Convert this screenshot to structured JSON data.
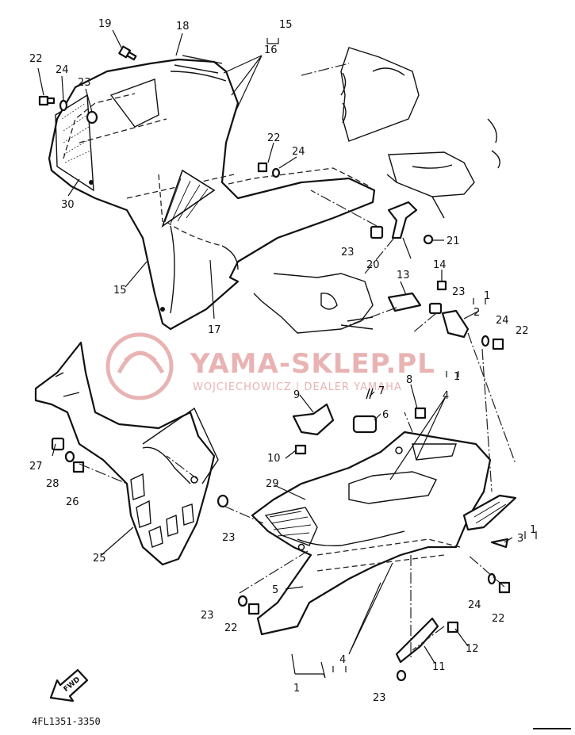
{
  "watermark": {
    "brand": "YAMA-SKLEP.PL",
    "subtitle": "WOJCIECHOWICZ | DEALER YAMAHA",
    "color": "#e9b3b3"
  },
  "diagram_code": "4FL1351-3350",
  "fwd_label": "FWD",
  "callouts": [
    {
      "id": "c19a",
      "text": "19"
    },
    {
      "id": "c18",
      "text": "18"
    },
    {
      "id": "c15a",
      "text": "15"
    },
    {
      "id": "c16",
      "text": "16"
    },
    {
      "id": "c22a",
      "text": "22"
    },
    {
      "id": "c24a",
      "text": "24"
    },
    {
      "id": "c23a",
      "text": "23"
    },
    {
      "id": "c30",
      "text": "30"
    },
    {
      "id": "c22b",
      "text": "22"
    },
    {
      "id": "c24b",
      "text": "24"
    },
    {
      "id": "c15b",
      "text": "15"
    },
    {
      "id": "c23b",
      "text": "23"
    },
    {
      "id": "c20",
      "text": "20"
    },
    {
      "id": "c21",
      "text": "21"
    },
    {
      "id": "c17",
      "text": "17"
    },
    {
      "id": "c14",
      "text": "14"
    },
    {
      "id": "c13",
      "text": "13"
    },
    {
      "id": "c23c",
      "text": "23"
    },
    {
      "id": "c1a",
      "text": "1"
    },
    {
      "id": "c2",
      "text": "2"
    },
    {
      "id": "c24c",
      "text": "24"
    },
    {
      "id": "c22c",
      "text": "22"
    },
    {
      "id": "c7",
      "text": "7"
    },
    {
      "id": "c8",
      "text": "8"
    },
    {
      "id": "c1b",
      "text": "1"
    },
    {
      "id": "c4a",
      "text": "4"
    },
    {
      "id": "c9",
      "text": "9"
    },
    {
      "id": "c6",
      "text": "6"
    },
    {
      "id": "c10",
      "text": "10"
    },
    {
      "id": "c27",
      "text": "27"
    },
    {
      "id": "c28",
      "text": "28"
    },
    {
      "id": "c26",
      "text": "26"
    },
    {
      "id": "c29",
      "text": "29"
    },
    {
      "id": "c23d",
      "text": "23"
    },
    {
      "id": "c25",
      "text": "25"
    },
    {
      "id": "c3",
      "text": "3"
    },
    {
      "id": "c1c",
      "text": "1"
    },
    {
      "id": "c5",
      "text": "5"
    },
    {
      "id": "c24d",
      "text": "24"
    },
    {
      "id": "c22d",
      "text": "22"
    },
    {
      "id": "c23e",
      "text": "23"
    },
    {
      "id": "c22e",
      "text": "22"
    },
    {
      "id": "c12",
      "text": "12"
    },
    {
      "id": "c4b",
      "text": "4"
    },
    {
      "id": "c11",
      "text": "11"
    },
    {
      "id": "c1d",
      "text": "1"
    },
    {
      "id": "c23f",
      "text": "23"
    }
  ]
}
